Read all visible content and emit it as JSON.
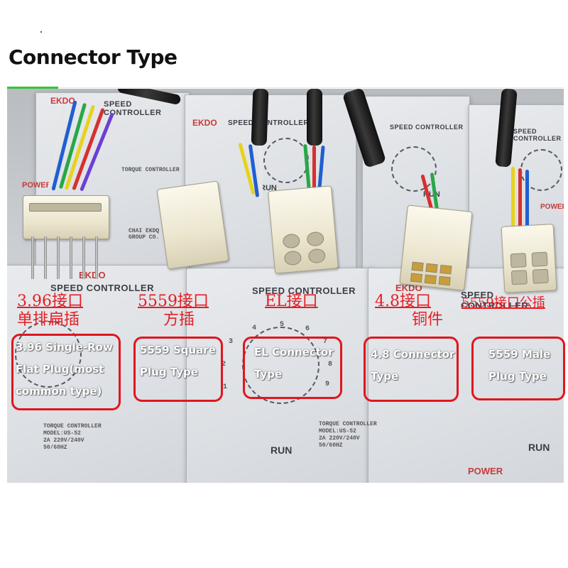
{
  "header": {
    "title": "Connector Type"
  },
  "photo": {
    "brand": "EKDO",
    "panel_heading": "SPEED CONTROLLER",
    "torque_label": "TORQUE CONTROLLER",
    "model_label": "MODEL:US-52",
    "rating_label": "2A 220V/240V",
    "freq_label": "50/60HZ",
    "run_label": "RUN",
    "power_label": "POWER",
    "company_label": "CHAI EKDQ T GROUP CO.",
    "dial_numbers": [
      "1",
      "2",
      "3",
      "4",
      "5",
      "6",
      "7",
      "8",
      "9"
    ]
  },
  "connectors": [
    {
      "cn_line1": "3.96接口",
      "cn_line2": "单排扁插",
      "en_lines": [
        "3.96 Single-Row",
        "Flat Plug(most",
        "common type)"
      ]
    },
    {
      "cn_line1": "5559接口",
      "cn_line2": "方插",
      "en_lines": [
        "5559 Square",
        "Plug Type"
      ]
    },
    {
      "cn_line1": "EL接口",
      "cn_line2": "",
      "en_lines": [
        "EL Connector",
        "Type"
      ]
    },
    {
      "cn_line1": "4.8接口",
      "cn_line2": "铜件",
      "en_lines": [
        "4.8 Connector",
        "Type"
      ]
    },
    {
      "cn_line1": "5559接口公插",
      "cn_line2": "",
      "en_lines": [
        "5559 Male",
        "Plug Type"
      ]
    }
  ],
  "colors": {
    "label_red": "#e51e25",
    "accent_green": "#35c43a"
  }
}
